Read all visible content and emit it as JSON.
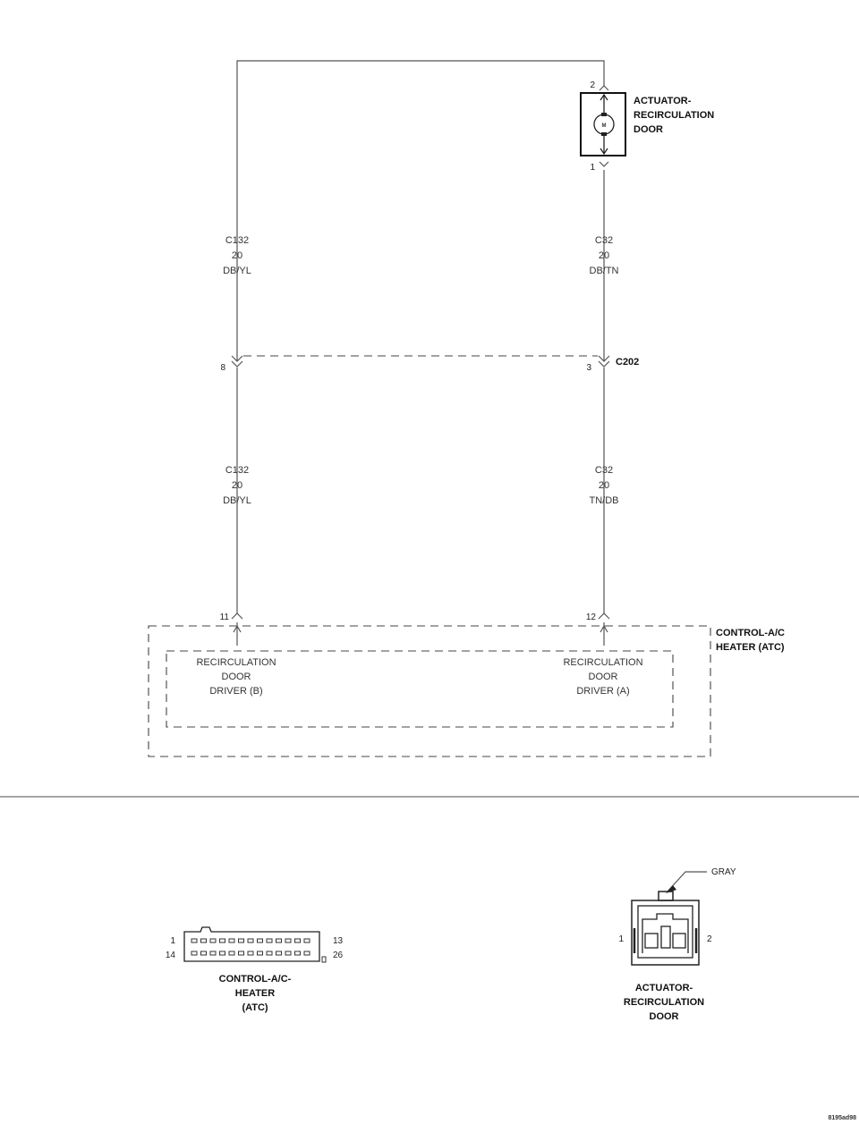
{
  "actuator": {
    "label_lines": [
      "ACTUATOR-",
      "RECIRCULATION",
      "DOOR"
    ],
    "motor_symbol": "M",
    "pin_top": "2",
    "pin_bottom": "1"
  },
  "wires": {
    "left_upper": [
      "C132",
      "20",
      "DB/YL"
    ],
    "right_upper": [
      "C32",
      "20",
      "DB/TN"
    ],
    "left_lower": [
      "C132",
      "20",
      "DB/YL"
    ],
    "right_lower": [
      "C32",
      "20",
      "TN/DB"
    ]
  },
  "connector_c202": {
    "name": "C202",
    "pin_left": "8",
    "pin_right": "3"
  },
  "control_module": {
    "label_lines": [
      "CONTROL-A/C",
      "HEATER (ATC)"
    ],
    "pin_left": "11",
    "pin_right": "12",
    "driver_b_lines": [
      "RECIRCULATION",
      "DOOR",
      "DRIVER (B)"
    ],
    "driver_a_lines": [
      "RECIRCULATION",
      "DOOR",
      "DRIVER (A)"
    ]
  },
  "connector_views": {
    "control": {
      "label_lines": [
        "CONTROL-A/C-",
        "HEATER",
        "(ATC)"
      ],
      "pin_top_left": "1",
      "pin_top_right": "13",
      "pin_bottom_left": "14",
      "pin_bottom_right": "26"
    },
    "actuator": {
      "label_lines": [
        "ACTUATOR-",
        "RECIRCULATION",
        "DOOR"
      ],
      "color_callout": "GRAY",
      "pin_left": "1",
      "pin_right": "2"
    }
  },
  "figure_id": "8195ad98"
}
